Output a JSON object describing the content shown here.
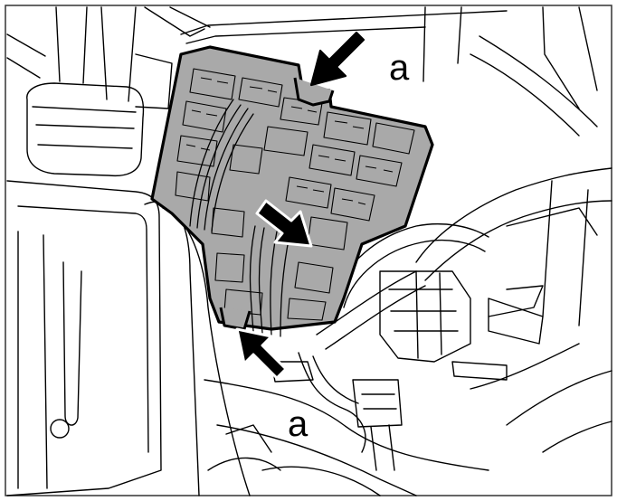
{
  "diagram": {
    "callouts": [
      {
        "id": "a-top",
        "label": "a"
      },
      {
        "id": "a-bottom",
        "label": "a"
      }
    ],
    "colors": {
      "ink": "#000000",
      "panel_fill": "#a9a9a9",
      "background": "#ffffff",
      "border": "#333333"
    }
  }
}
